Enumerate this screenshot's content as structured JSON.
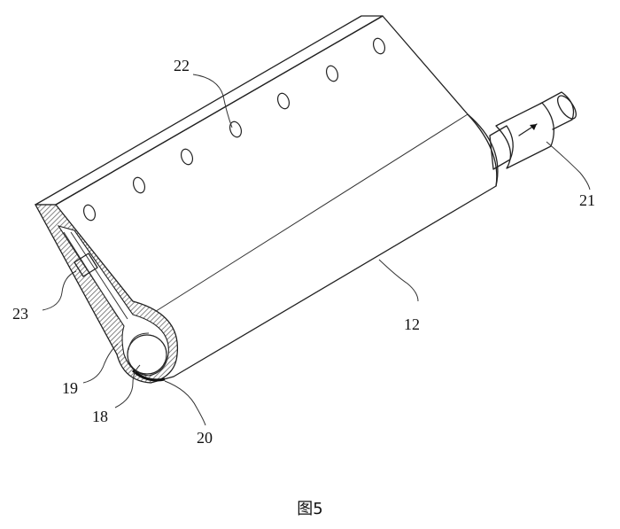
{
  "diagram": {
    "part_labels": {
      "p22": "22",
      "p21": "21",
      "p23": "23",
      "p12": "12",
      "p19": "19",
      "p18": "18",
      "p20": "20"
    },
    "caption": "图5"
  }
}
